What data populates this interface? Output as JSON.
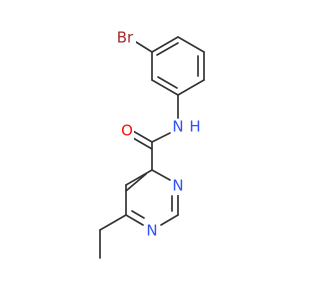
{
  "molecule": {
    "colors": {
      "bond": "#333333",
      "carbon": "#333333",
      "oxygen": "#ff0d0d",
      "nitrogen": "#3050f8",
      "bromine": "#a62929",
      "background": "#ffffff"
    },
    "atoms": {
      "br": "Br",
      "o": "O",
      "nh": "N",
      "h": "H",
      "n_ring_1": "N",
      "n_ring_2": "N"
    }
  }
}
